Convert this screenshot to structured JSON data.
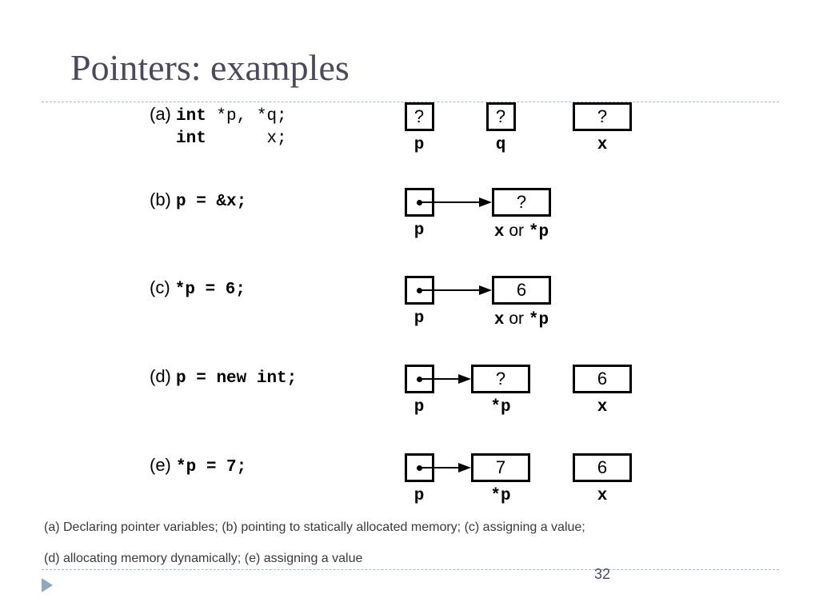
{
  "slide": {
    "title": "Pointers: examples",
    "page_number": "32"
  },
  "rows": [
    {
      "label": "(a)",
      "code_lines": [
        [
          {
            "t": "int",
            "w": "kw"
          },
          {
            "t": " *p, *q;",
            "w": "pl"
          }
        ],
        [
          {
            "t": "int",
            "w": "kw"
          },
          {
            "t": "      x;",
            "w": "pl"
          }
        ]
      ],
      "boxes": [
        {
          "value": "?",
          "pointer": false
        },
        {
          "value": "?",
          "pointer": false
        },
        {
          "value": "?",
          "pointer": false
        }
      ],
      "labels": [
        {
          "parts": [
            {
              "t": "p",
              "c": "code"
            }
          ]
        },
        {
          "parts": [
            {
              "t": "q",
              "c": "code"
            }
          ]
        },
        {
          "parts": [
            {
              "t": "x",
              "c": "code"
            }
          ]
        }
      ]
    },
    {
      "label": "(b)",
      "code_lines": [
        [
          {
            "t": "p = &x;",
            "w": "kw"
          }
        ]
      ],
      "boxes": [
        {
          "value": "",
          "pointer": true
        },
        {
          "value": "?",
          "pointer": false
        }
      ],
      "labels": [
        {
          "parts": [
            {
              "t": "p",
              "c": "code"
            }
          ]
        },
        {
          "parts": [
            {
              "t": "x",
              "c": "code"
            },
            {
              "t": " or ",
              "c": "or"
            },
            {
              "t": "*p",
              "c": "code"
            }
          ]
        }
      ]
    },
    {
      "label": "(c)",
      "code_lines": [
        [
          {
            "t": "*p = 6;",
            "w": "kw"
          }
        ]
      ],
      "boxes": [
        {
          "value": "",
          "pointer": true
        },
        {
          "value": "6",
          "pointer": false
        }
      ],
      "labels": [
        {
          "parts": [
            {
              "t": "p",
              "c": "code"
            }
          ]
        },
        {
          "parts": [
            {
              "t": "x",
              "c": "code"
            },
            {
              "t": " or ",
              "c": "or"
            },
            {
              "t": "*p",
              "c": "code"
            }
          ]
        }
      ]
    },
    {
      "label": "(d)",
      "code_lines": [
        [
          {
            "t": "p = ",
            "w": "kw"
          },
          {
            "t": "new int;",
            "w": "kw"
          }
        ]
      ],
      "boxes": [
        {
          "value": "",
          "pointer": true
        },
        {
          "value": "?",
          "pointer": false
        },
        {
          "value": "6",
          "pointer": false
        }
      ],
      "labels": [
        {
          "parts": [
            {
              "t": "p",
              "c": "code"
            }
          ]
        },
        {
          "parts": [
            {
              "t": "*p",
              "c": "code"
            }
          ]
        },
        {
          "parts": [
            {
              "t": "x",
              "c": "code"
            }
          ]
        }
      ]
    },
    {
      "label": "(e)",
      "code_lines": [
        [
          {
            "t": "*p = 7;",
            "w": "kw"
          }
        ]
      ],
      "boxes": [
        {
          "value": "",
          "pointer": true
        },
        {
          "value": "7",
          "pointer": false
        },
        {
          "value": "6",
          "pointer": false
        }
      ],
      "labels": [
        {
          "parts": [
            {
              "t": "p",
              "c": "code"
            }
          ]
        },
        {
          "parts": [
            {
              "t": "*p",
              "c": "code"
            }
          ]
        },
        {
          "parts": [
            {
              "t": "x",
              "c": "code"
            }
          ]
        }
      ]
    }
  ],
  "caption": {
    "line1": "(a) Declaring pointer variables; (b) pointing to statically allocated memory; (c) assigning a value;",
    "line2": "(d) allocating memory dynamically; (e) assigning a value"
  },
  "colors": {
    "title": "#4a4a5a",
    "rule": "#a9b8c6",
    "bullet": "#8fa8c0"
  }
}
